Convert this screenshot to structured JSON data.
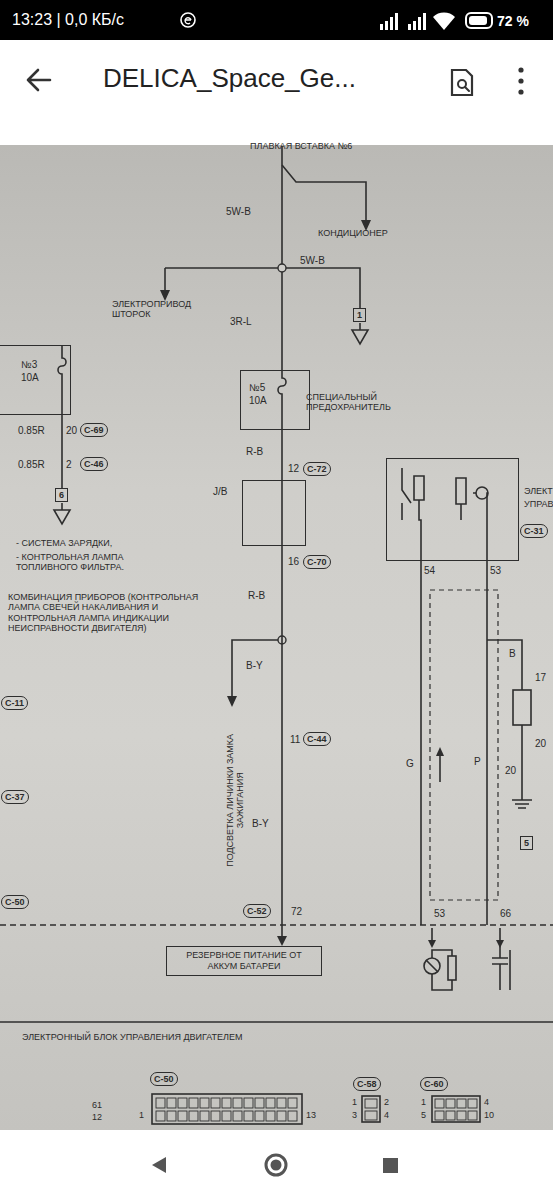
{
  "diagram": {
    "nodes": [
      {
        "text": [
          "1"
        ]
      },
      {
        "text": [
          "№3",
          "10A"
        ]
      },
      {
        "text": [
          "№5",
          "10A"
        ]
      },
      {
        "text": [
          "C-69"
        ]
      },
      {
        "text": [
          "C-46"
        ]
      },
      {
        "text": [
          "C-72"
        ]
      },
      {
        "text": [
          "J/B"
        ]
      },
      {
        "text": [
          "6"
        ]
      },
      {
        "text": [
          "ЭЛЕКТ УПРАВ"
        ]
      },
      {
        "text": [
          "C-31"
        ]
      },
      {
        "text": [
          "C-70"
        ]
      },
      {
        "text": [
          "C-11"
        ]
      },
      {
        "text": [
          "C-44"
        ]
      },
      {
        "text": [
          "C-37"
        ]
      },
      {
        "text": [
          "5"
        ]
      },
      {
        "text": [
          "C-50"
        ]
      },
      {
        "text": [
          "C-52"
        ]
      },
      {
        "text": [
          "РЕЗЕРВНОЕ ПИТАНИЕ ОТ АККУМ БАТАРЕИ"
        ]
      },
      {
        "text": [
          "C-50"
        ]
      },
      {
        "text": [
          "C-58"
        ]
      },
      {
        "text": [
          "C-60"
        ]
      }
    ],
    "edges": [
      {
        "from": 2,
        "to": 6,
        "arrow": "none"
      },
      {
        "from": 6,
        "to": 17,
        "arrow": "to"
      }
    ],
    "labels": [
      "13:23 | 0,0 КБ/с",
      "72 %",
      "DELICA_Space_Ge...",
      "ПЛАВКАЯ ВСТАВКА №6",
      "5W-B",
      "КОНДИЦИОНЕР",
      "5W-B",
      "ЭЛЕКТРОПРИВОД ШТОРОК",
      "3R-L",
      "СПЕЦИАЛЬНЫЙ ПРЕДОХРАНИТЕЛЬ",
      "0.85R",
      "20",
      "0.85R",
      "2",
      "R-B",
      "12",
      "16",
      "R-B",
      "- СИСТЕМА ЗАРЯДКИ,",
      "- КОНТРОЛЬНАЯ ЛАМПА ТОПЛИВНОГО ФИЛЬТРА.",
      "КОМБИНАЦИЯ ПРИБОРОВ (КОНТРОЛЬНАЯ ЛАМПА СВЕЧЕЙ НАКАЛИВАНИЯ И КОНТРОЛЬНАЯ ЛАМПА ИНДИКАЦИИ НЕИСПРАВНОСТИ ДВИГАТЕЛЯ)",
      "B-Y",
      "ПОДСВЕТКА ЛИЧИНКИ ЗАМКА ЗАЖИГАНИЯ",
      "11",
      "B-Y",
      "72",
      "54",
      "53",
      "B",
      "17",
      "20",
      "20",
      "G",
      "P",
      "53",
      "66",
      "ЭЛЕКТРОННЫЙ БЛОК УПРАВЛЕНИЯ ДВИГАТЕЛЕМ",
      "61",
      "12",
      "1",
      "13",
      "1",
      "2",
      "3",
      "4",
      "1",
      "5",
      "4",
      "10"
    ]
  }
}
